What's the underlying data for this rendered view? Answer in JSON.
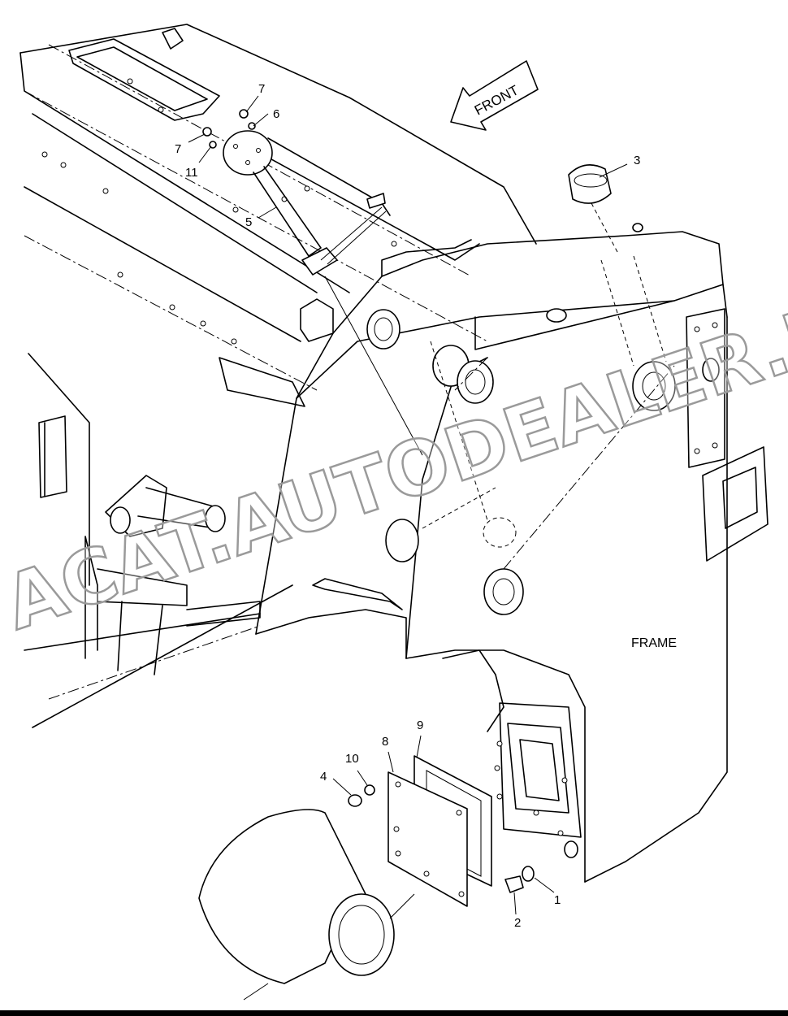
{
  "labels": {
    "front": "FRONT",
    "frame": "FRAME",
    "parts": {
      "p1": "1",
      "p2": "2",
      "p3": "3",
      "p4": "4",
      "p5": "5",
      "p6": "6",
      "p7a": "7",
      "p7b": "7",
      "p8": "8",
      "p9": "9",
      "p10": "10",
      "p11": "11"
    }
  },
  "watermark": "ACAT.AUTODEALER.RU",
  "colors": {
    "line": "#000000",
    "background": "#ffffff",
    "watermark_outline": "#9a9a9a"
  }
}
